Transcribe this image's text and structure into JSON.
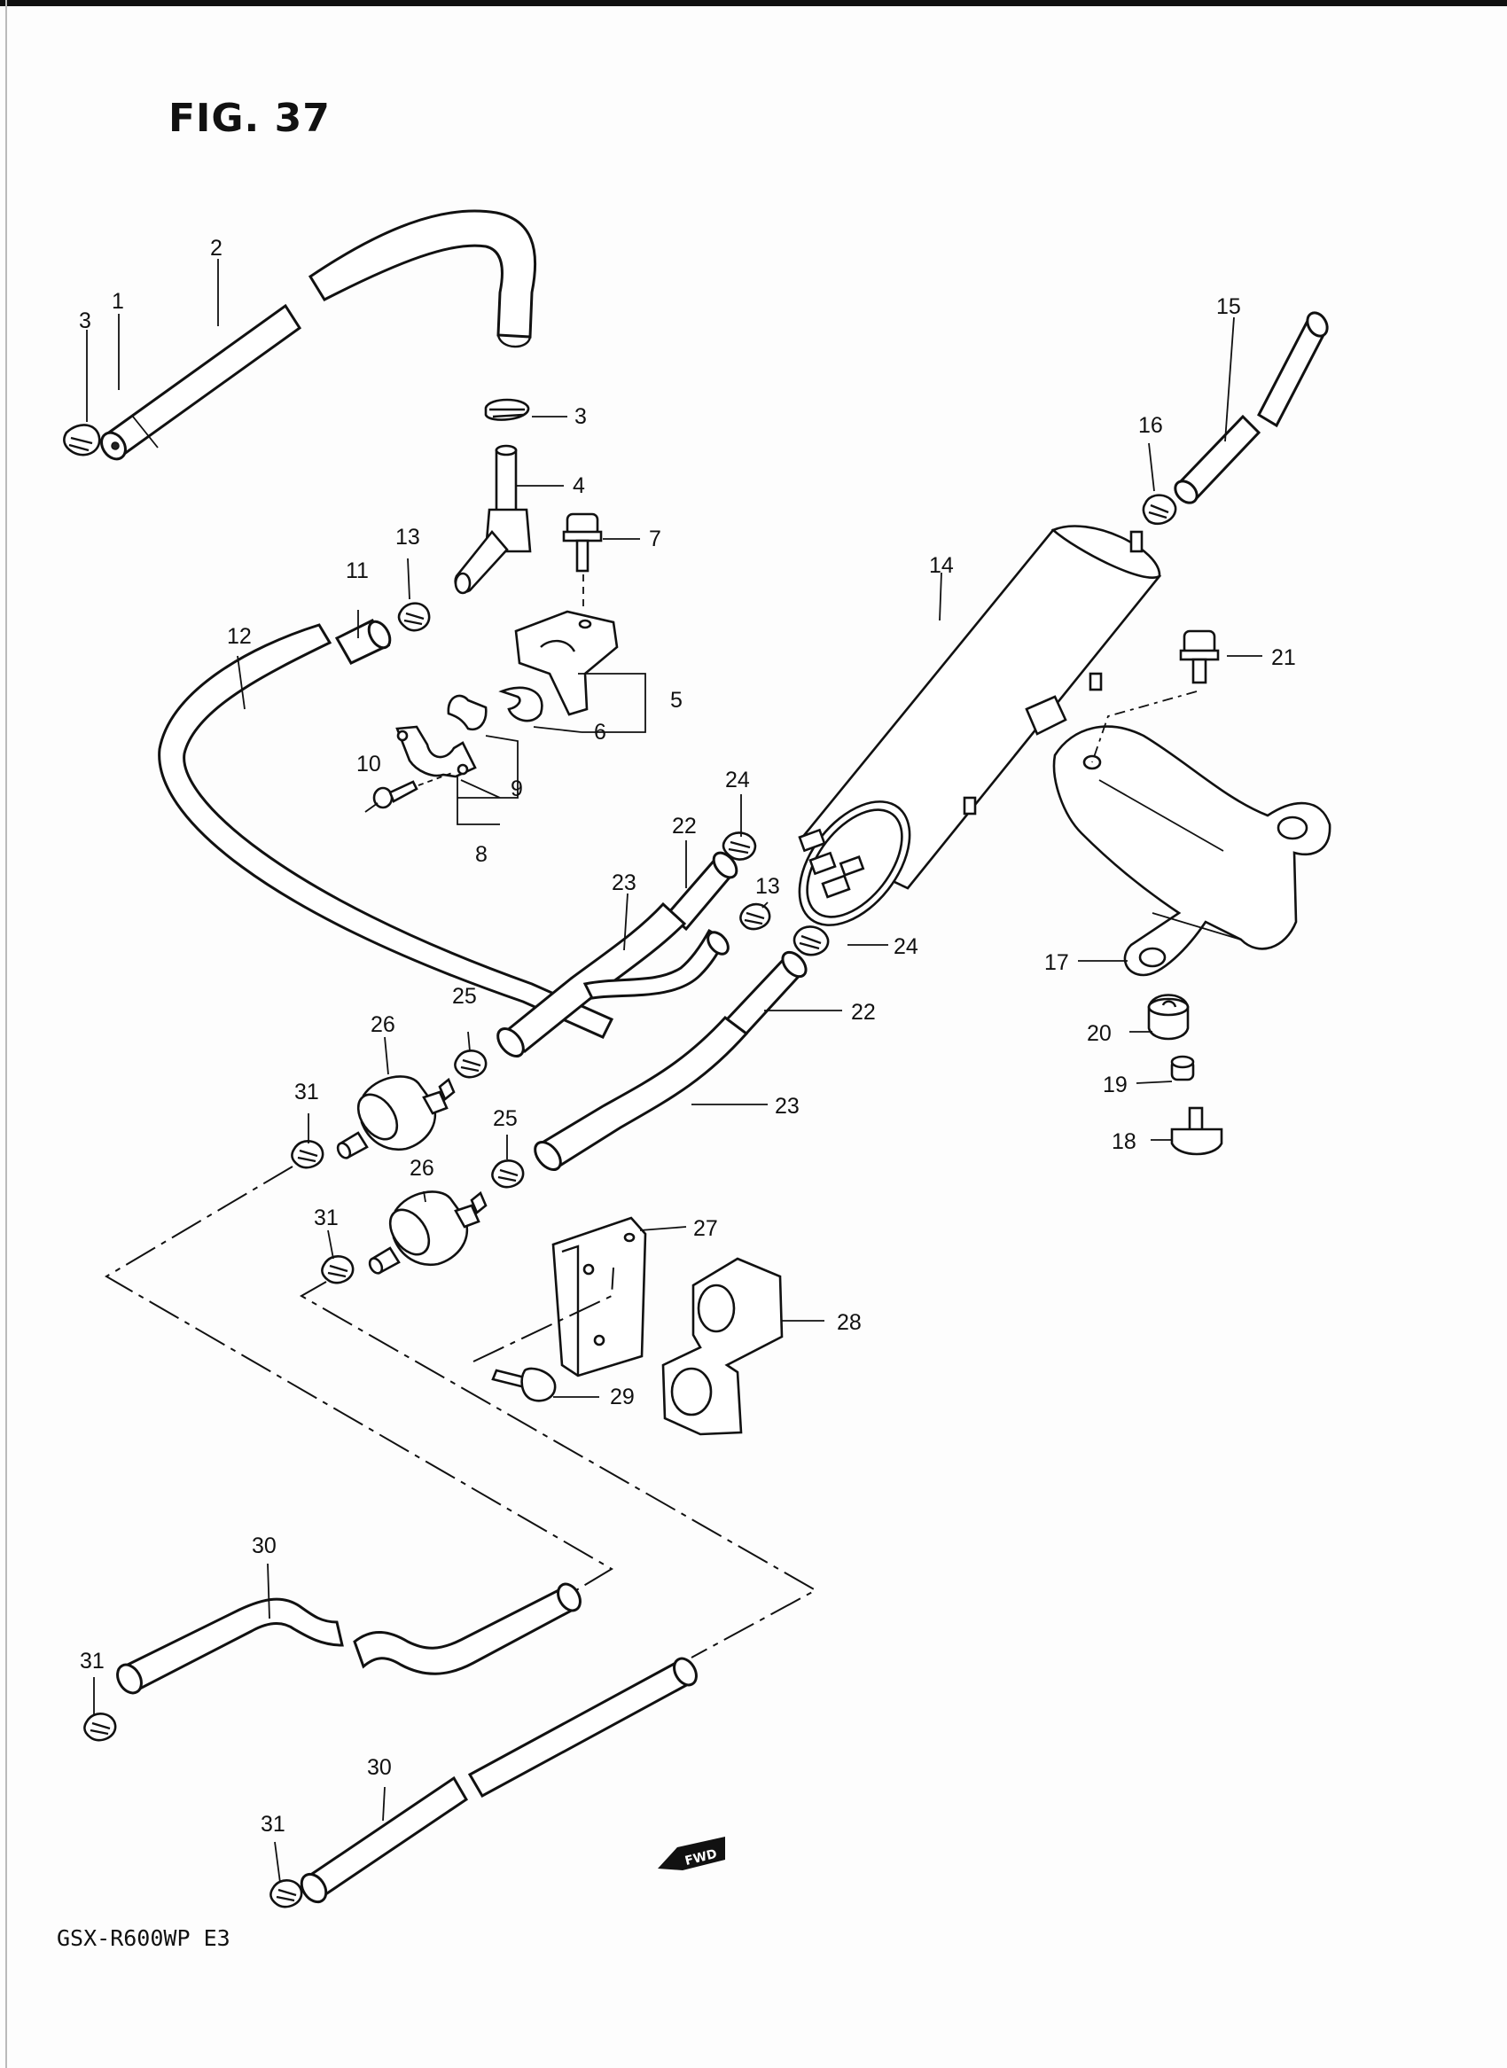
{
  "figure": {
    "title": "FIG. 37",
    "model_code": "GSX-R600WP E3"
  },
  "direction_marker": {
    "text": "FWD",
    "icon": "fwd-arrow-icon"
  },
  "callouts": {
    "c1": "1",
    "c2": "2",
    "c3a": "3",
    "c3b": "3",
    "c4": "4",
    "c5": "5",
    "c6": "6",
    "c7": "7",
    "c8": "8",
    "c9": "9",
    "c10": "10",
    "c11": "11",
    "c12": "12",
    "c13a": "13",
    "c13b": "13",
    "c14": "14",
    "c15": "15",
    "c16": "16",
    "c17": "17",
    "c18": "18",
    "c19": "19",
    "c20": "20",
    "c21": "21",
    "c22a": "22",
    "c22b": "22",
    "c23a": "23",
    "c23b": "23",
    "c24a": "24",
    "c24b": "24",
    "c25a": "25",
    "c25b": "25",
    "c26a": "26",
    "c26b": "26",
    "c27": "27",
    "c28": "28",
    "c29": "29",
    "c30a": "30",
    "c30b": "30",
    "c31a": "31",
    "c31b": "31",
    "c31c": "31",
    "c31d": "31"
  }
}
